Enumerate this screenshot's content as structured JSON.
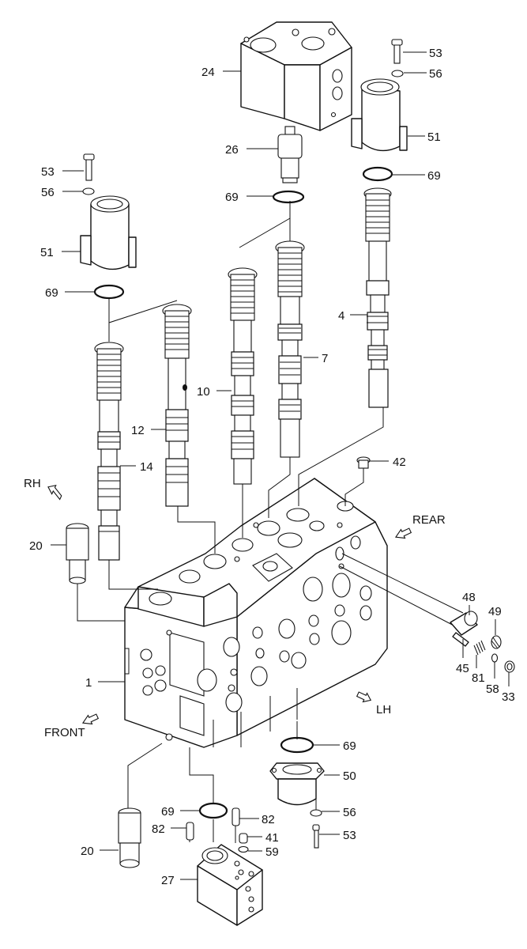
{
  "callouts": {
    "c53a": "53",
    "c56a": "56",
    "c24": "24",
    "c51a": "51",
    "c26": "26",
    "c69a": "69",
    "c69b": "69",
    "c53b": "53",
    "c56b": "56",
    "c51b": "51",
    "c69c": "69",
    "c4": "4",
    "c7": "7",
    "c10": "10",
    "c12": "12",
    "c14": "14",
    "c42": "42",
    "c20a": "20",
    "c48": "48",
    "c49": "49",
    "c45": "45",
    "c81": "81",
    "c58": "58",
    "c33": "33",
    "c1": "1",
    "c69d": "69",
    "c50": "50",
    "c56c": "56",
    "c53c": "53",
    "c69e": "69",
    "c82a": "82",
    "c82b": "82",
    "c41": "41",
    "c59": "59",
    "c20b": "20",
    "c27": "27"
  },
  "directions": {
    "rh": "RH",
    "rear": "REAR",
    "lh": "LH",
    "front": "FRONT"
  }
}
